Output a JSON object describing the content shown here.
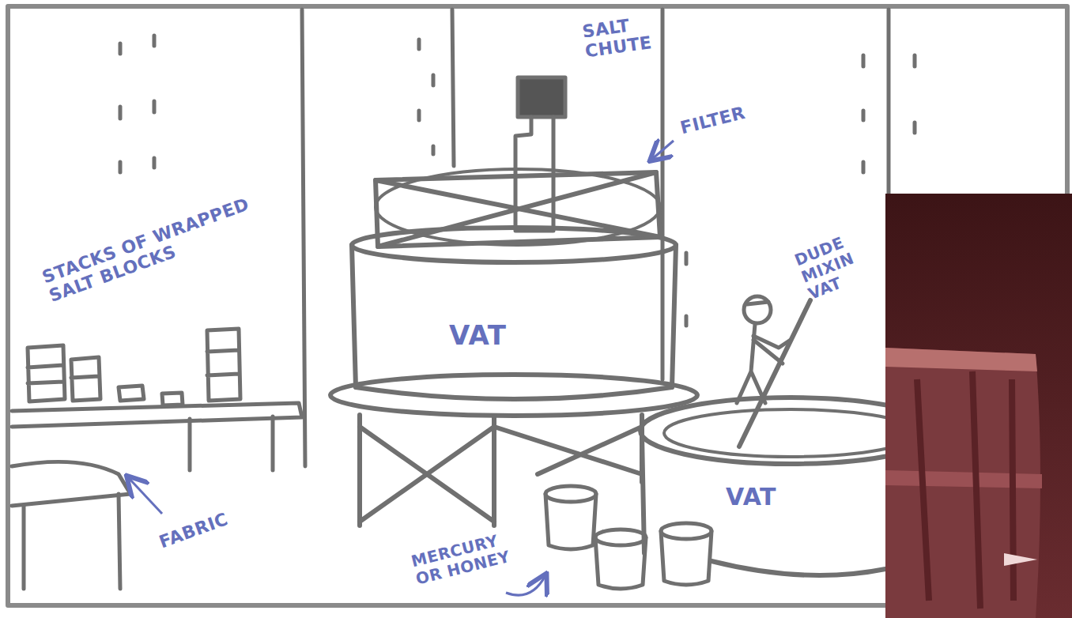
{
  "diagram": {
    "labels": [
      "SALT CHUTE",
      "FILTER",
      "STACKS OF WRAPPED SALT BLOCKS",
      "VAT",
      "DUDE MIXIN VAT",
      "VAT",
      "FABRIC",
      "MERCURY OR HONEY"
    ]
  }
}
